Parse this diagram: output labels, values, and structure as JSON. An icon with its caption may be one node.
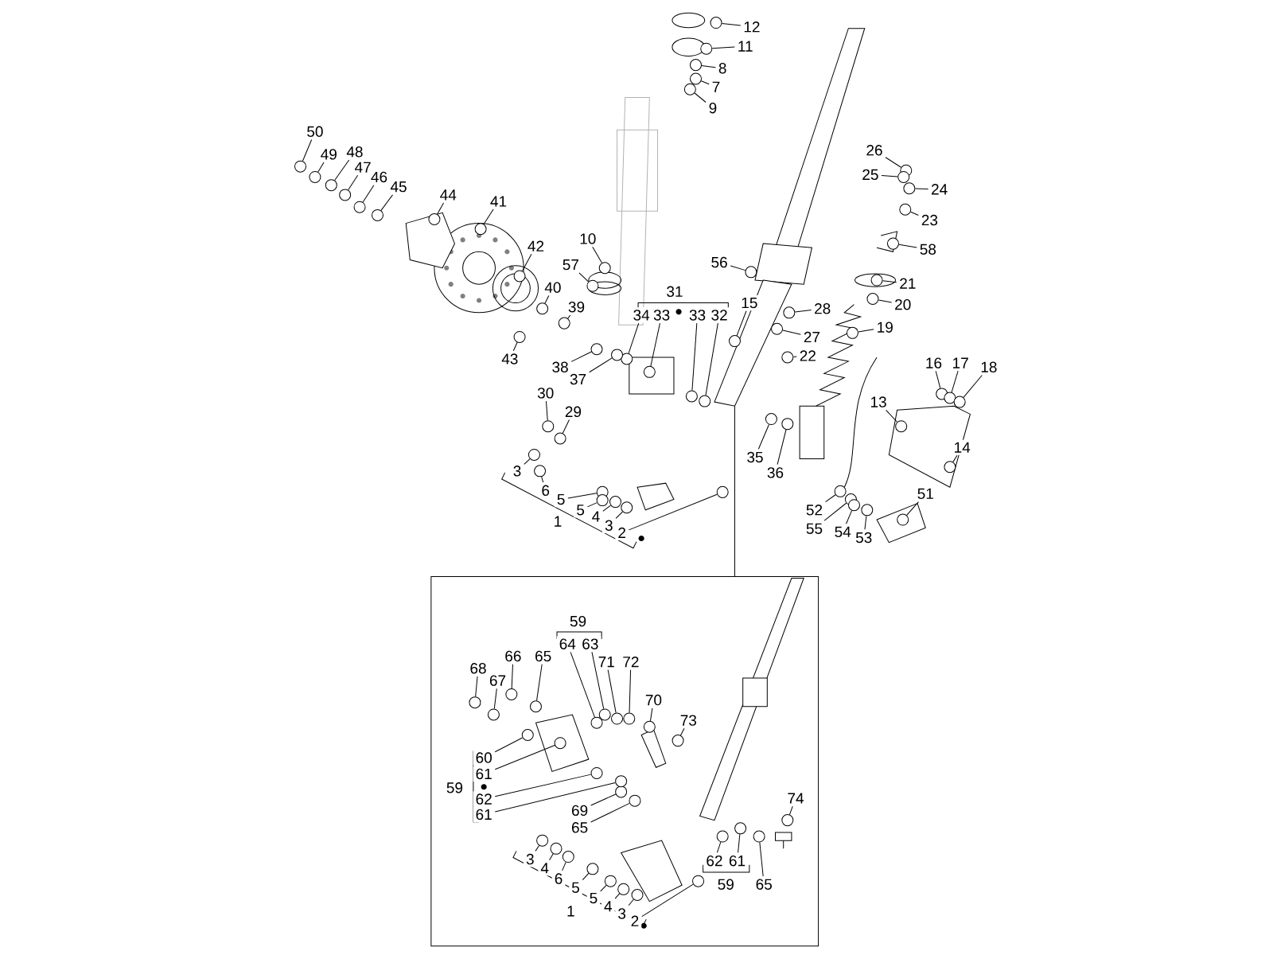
{
  "diagram": {
    "nodes": [
      {
        "text": [
          "12"
        ]
      },
      {
        "text": [
          "11"
        ]
      },
      {
        "text": [
          "8"
        ]
      },
      {
        "text": [
          "7"
        ]
      },
      {
        "text": [
          "9"
        ]
      },
      {
        "text": [
          "50"
        ]
      },
      {
        "text": [
          "49"
        ]
      },
      {
        "text": [
          "48"
        ]
      },
      {
        "text": [
          "47"
        ]
      },
      {
        "text": [
          "46"
        ]
      },
      {
        "text": [
          "45"
        ]
      },
      {
        "text": [
          "44"
        ]
      },
      {
        "text": [
          "41"
        ]
      },
      {
        "text": [
          "26"
        ]
      },
      {
        "text": [
          "25"
        ]
      },
      {
        "text": [
          "24"
        ]
      },
      {
        "text": [
          "23"
        ]
      },
      {
        "text": [
          "58"
        ]
      },
      {
        "text": [
          "10"
        ]
      },
      {
        "text": [
          "42"
        ]
      },
      {
        "text": [
          "57"
        ]
      },
      {
        "text": [
          "56"
        ]
      },
      {
        "text": [
          "21"
        ]
      },
      {
        "text": [
          "40"
        ]
      },
      {
        "text": [
          "31"
        ]
      },
      {
        "text": [
          "20"
        ]
      },
      {
        "text": [
          "34"
        ]
      },
      {
        "text": [
          "33"
        ]
      },
      {
        "text": [
          "33"
        ]
      },
      {
        "text": [
          "32"
        ]
      },
      {
        "text": [
          "15"
        ]
      },
      {
        "text": [
          "28"
        ]
      },
      {
        "text": [
          "39"
        ]
      },
      {
        "text": [
          "19"
        ]
      },
      {
        "text": [
          "27"
        ]
      },
      {
        "text": [
          "43"
        ]
      },
      {
        "text": [
          "22"
        ]
      },
      {
        "text": [
          "16"
        ]
      },
      {
        "text": [
          "17"
        ]
      },
      {
        "text": [
          "18"
        ]
      },
      {
        "text": [
          "38"
        ]
      },
      {
        "text": [
          "37"
        ]
      },
      {
        "text": [
          "30"
        ]
      },
      {
        "text": [
          "13"
        ]
      },
      {
        "text": [
          "29"
        ]
      },
      {
        "text": [
          "14"
        ]
      },
      {
        "text": [
          "35"
        ]
      },
      {
        "text": [
          "3"
        ]
      },
      {
        "text": [
          "36"
        ]
      },
      {
        "text": [
          "6"
        ]
      },
      {
        "text": [
          "51"
        ]
      },
      {
        "text": [
          "5"
        ]
      },
      {
        "text": [
          "5"
        ]
      },
      {
        "text": [
          "52"
        ]
      },
      {
        "text": [
          "4"
        ]
      },
      {
        "text": [
          "1"
        ]
      },
      {
        "text": [
          "3"
        ]
      },
      {
        "text": [
          "55"
        ]
      },
      {
        "text": [
          "54"
        ]
      },
      {
        "text": [
          "2"
        ]
      },
      {
        "text": [
          "53"
        ]
      },
      {
        "text": [
          "59"
        ]
      },
      {
        "text": [
          "64"
        ]
      },
      {
        "text": [
          "63"
        ]
      },
      {
        "text": [
          "66"
        ]
      },
      {
        "text": [
          "65"
        ]
      },
      {
        "text": [
          "71"
        ]
      },
      {
        "text": [
          "72"
        ]
      },
      {
        "text": [
          "68"
        ]
      },
      {
        "text": [
          "67"
        ]
      },
      {
        "text": [
          "70"
        ]
      },
      {
        "text": [
          "73"
        ]
      },
      {
        "text": [
          "60"
        ]
      },
      {
        "text": [
          "61"
        ]
      },
      {
        "text": [
          "59"
        ]
      },
      {
        "text": [
          "62"
        ]
      },
      {
        "text": [
          "74"
        ]
      },
      {
        "text": [
          "69"
        ]
      },
      {
        "text": [
          "61"
        ]
      },
      {
        "text": [
          "65"
        ]
      },
      {
        "text": [
          "3"
        ]
      },
      {
        "text": [
          "62"
        ]
      },
      {
        "text": [
          "61"
        ]
      },
      {
        "text": [
          "4"
        ]
      },
      {
        "text": [
          "6"
        ]
      },
      {
        "text": [
          "59"
        ]
      },
      {
        "text": [
          "65"
        ]
      },
      {
        "text": [
          "5"
        ]
      },
      {
        "text": [
          "5"
        ]
      },
      {
        "text": [
          "4"
        ]
      },
      {
        "text": [
          "1"
        ]
      },
      {
        "text": [
          "3"
        ]
      },
      {
        "text": [
          "2"
        ]
      },
      {
        "text": [],
        "shape": "circle"
      },
      {
        "text": [],
        "shape": "circle"
      },
      {
        "text": [],
        "shape": "circle"
      },
      {
        "text": [],
        "shape": "circle"
      },
      {
        "text": [],
        "shape": "circle"
      },
      {
        "text": [],
        "shape": "circle"
      },
      {
        "text": [],
        "shape": "circle"
      },
      {
        "text": [],
        "shape": "circle"
      },
      {
        "text": [],
        "shape": "circle"
      },
      {
        "text": [],
        "shape": "circle"
      },
      {
        "text": [],
        "shape": "circle"
      },
      {
        "text": [],
        "shape": "circle"
      },
      {
        "text": [],
        "shape": "circle"
      },
      {
        "text": [],
        "shape": "circle"
      },
      {
        "text": [],
        "shape": "circle"
      },
      {
        "text": [],
        "shape": "circle"
      },
      {
        "text": [],
        "shape": "circle"
      },
      {
        "text": [],
        "shape": "circle"
      },
      {
        "text": [],
        "shape": "circle"
      },
      {
        "text": [],
        "shape": "circle"
      },
      {
        "text": [],
        "shape": "circle"
      },
      {
        "text": [],
        "shape": "circle"
      },
      {
        "text": [],
        "shape": "circle"
      },
      {
        "text": [],
        "shape": "circle"
      },
      {
        "text": [],
        "shape": "circle"
      },
      {
        "text": [],
        "shape": "circle"
      },
      {
        "text": [],
        "shape": "circle"
      },
      {
        "text": [],
        "shape": "circle"
      },
      {
        "text": [],
        "shape": "circle"
      },
      {
        "text": [],
        "shape": "circle"
      },
      {
        "text": [],
        "shape": "circle"
      },
      {
        "text": [],
        "shape": "circle"
      },
      {
        "text": [],
        "shape": "circle"
      },
      {
        "text": [],
        "shape": "circle"
      },
      {
        "text": [],
        "shape": "circle"
      },
      {
        "text": [],
        "shape": "circle"
      },
      {
        "text": [],
        "shape": "circle"
      },
      {
        "text": [],
        "shape": "circle"
      },
      {
        "text": [],
        "shape": "circle"
      },
      {
        "text": [],
        "shape": "circle"
      },
      {
        "text": [],
        "shape": "circle"
      },
      {
        "text": [],
        "shape": "circle"
      },
      {
        "text": [],
        "shape": "circle"
      },
      {
        "text": [],
        "shape": "circle"
      },
      {
        "text": [],
        "shape": "circle"
      },
      {
        "text": [],
        "shape": "circle"
      },
      {
        "text": [],
        "shape": "circle"
      },
      {
        "text": [],
        "shape": "circle"
      },
      {
        "text": [],
        "shape": "circle"
      },
      {
        "text": [],
        "shape": "circle"
      },
      {
        "text": [],
        "shape": "circle"
      },
      {
        "text": [],
        "shape": "circle"
      },
      {
        "text": [],
        "shape": "circle"
      },
      {
        "text": [],
        "shape": "circle"
      },
      {
        "text": [],
        "shape": "circle"
      },
      {
        "text": [],
        "shape": "circle"
      },
      {
        "text": [],
        "shape": "circle"
      },
      {
        "text": [],
        "shape": "circle"
      },
      {
        "text": [],
        "shape": "circle"
      },
      {
        "text": [],
        "shape": "circle"
      },
      {
        "text": [],
        "shape": "circle"
      },
      {
        "text": [],
        "shape": "circle"
      },
      {
        "text": [],
        "shape": "circle"
      },
      {
        "text": [],
        "shape": "circle"
      },
      {
        "text": [],
        "shape": "circle"
      },
      {
        "text": [],
        "shape": "circle"
      },
      {
        "text": [],
        "shape": "circle"
      },
      {
        "text": [],
        "shape": "circle"
      },
      {
        "text": [],
        "shape": "circle"
      },
      {
        "text": [],
        "shape": "circle"
      },
      {
        "text": [],
        "shape": "circle"
      },
      {
        "text": [],
        "shape": "circle"
      },
      {
        "text": [],
        "shape": "circle"
      },
      {
        "text": [],
        "shape": "circle"
      },
      {
        "text": [],
        "shape": "circle"
      },
      {
        "text": [],
        "shape": "circle"
      },
      {
        "text": [],
        "shape": "circle"
      },
      {
        "text": [],
        "shape": "circle"
      },
      {
        "text": [],
        "shape": "circle"
      },
      {
        "text": [],
        "shape": "circle"
      },
      {
        "text": [],
        "shape": "circle"
      },
      {
        "text": [],
        "shape": "circle"
      },
      {
        "text": [],
        "shape": "circle"
      },
      {
        "text": [],
        "shape": "circle"
      },
      {
        "text": [],
        "shape": "circle"
      },
      {
        "text": [],
        "shape": "circle"
      },
      {
        "text": [],
        "shape": "circle"
      }
    ],
    "edges": [
      {
        "from": 0,
        "to": 93,
        "arrow": "none"
      },
      {
        "from": 1,
        "to": 94,
        "arrow": "none"
      },
      {
        "from": 2,
        "to": 95,
        "arrow": "none"
      },
      {
        "from": 3,
        "to": 96,
        "arrow": "none"
      },
      {
        "from": 4,
        "to": 97,
        "arrow": "none"
      },
      {
        "from": 5,
        "to": 98,
        "arrow": "none"
      },
      {
        "from": 6,
        "to": 99,
        "arrow": "none"
      },
      {
        "from": 7,
        "to": 100,
        "arrow": "none"
      },
      {
        "from": 8,
        "to": 101,
        "arrow": "none"
      },
      {
        "from": 9,
        "to": 102,
        "arrow": "none"
      },
      {
        "from": 10,
        "to": 103,
        "arrow": "none"
      },
      {
        "from": 11,
        "to": 104,
        "arrow": "none"
      },
      {
        "from": 12,
        "to": 105,
        "arrow": "none"
      },
      {
        "from": 13,
        "to": 106,
        "arrow": "none"
      },
      {
        "from": 14,
        "to": 107,
        "arrow": "none"
      },
      {
        "from": 15,
        "to": 108,
        "arrow": "none"
      },
      {
        "from": 16,
        "to": 109,
        "arrow": "none"
      },
      {
        "from": 17,
        "to": 110,
        "arrow": "none"
      },
      {
        "from": 18,
        "to": 111,
        "arrow": "none"
      },
      {
        "from": 19,
        "to": 112,
        "arrow": "none"
      },
      {
        "from": 20,
        "to": 113,
        "arrow": "none"
      },
      {
        "from": 21,
        "to": 114,
        "arrow": "none"
      },
      {
        "from": 22,
        "to": 115,
        "arrow": "none"
      },
      {
        "from": 23,
        "to": 116,
        "arrow": "none"
      },
      {
        "from": 25,
        "to": 117,
        "arrow": "none"
      },
      {
        "from": 26,
        "to": 118,
        "arrow": "none"
      },
      {
        "from": 27,
        "to": 119,
        "arrow": "none"
      },
      {
        "from": 28,
        "to": 120,
        "arrow": "none"
      },
      {
        "from": 29,
        "to": 121,
        "arrow": "none"
      },
      {
        "from": 30,
        "to": 122,
        "arrow": "none"
      },
      {
        "from": 31,
        "to": 123,
        "arrow": "none"
      },
      {
        "from": 32,
        "to": 124,
        "arrow": "none"
      },
      {
        "from": 33,
        "to": 125,
        "arrow": "none"
      },
      {
        "from": 34,
        "to": 126,
        "arrow": "none"
      },
      {
        "from": 35,
        "to": 127,
        "arrow": "none"
      },
      {
        "from": 36,
        "to": 128,
        "arrow": "none"
      },
      {
        "from": 37,
        "to": 129,
        "arrow": "none"
      },
      {
        "from": 38,
        "to": 130,
        "arrow": "none"
      },
      {
        "from": 39,
        "to": 131,
        "arrow": "none"
      },
      {
        "from": 40,
        "to": 132,
        "arrow": "none"
      },
      {
        "from": 41,
        "to": 133,
        "arrow": "none"
      },
      {
        "from": 42,
        "to": 134,
        "arrow": "none"
      },
      {
        "from": 43,
        "to": 135,
        "arrow": "none"
      },
      {
        "from": 44,
        "to": 136,
        "arrow": "none"
      },
      {
        "from": 45,
        "to": 137,
        "arrow": "none"
      },
      {
        "from": 46,
        "to": 138,
        "arrow": "none"
      },
      {
        "from": 47,
        "to": 139,
        "arrow": "none"
      },
      {
        "from": 48,
        "to": 140,
        "arrow": "none"
      },
      {
        "from": 49,
        "to": 141,
        "arrow": "none"
      },
      {
        "from": 50,
        "to": 142,
        "arrow": "none"
      },
      {
        "from": 51,
        "to": 143,
        "arrow": "none"
      },
      {
        "from": 52,
        "to": 144,
        "arrow": "none"
      },
      {
        "from": 53,
        "to": 145,
        "arrow": "none"
      },
      {
        "from": 54,
        "to": 146,
        "arrow": "none"
      },
      {
        "from": 56,
        "to": 147,
        "arrow": "none"
      },
      {
        "from": 57,
        "to": 148,
        "arrow": "none"
      },
      {
        "from": 58,
        "to": 149,
        "arrow": "none"
      },
      {
        "from": 59,
        "to": 150,
        "arrow": "none"
      },
      {
        "from": 60,
        "to": 151,
        "arrow": "none"
      },
      {
        "from": 62,
        "to": 152,
        "arrow": "none"
      },
      {
        "from": 63,
        "to": 153,
        "arrow": "none"
      },
      {
        "from": 64,
        "to": 154,
        "arrow": "none"
      },
      {
        "from": 65,
        "to": 155,
        "arrow": "none"
      },
      {
        "from": 66,
        "to": 156,
        "arrow": "none"
      },
      {
        "from": 67,
        "to": 157,
        "arrow": "none"
      },
      {
        "from": 68,
        "to": 158,
        "arrow": "none"
      },
      {
        "from": 69,
        "to": 159,
        "arrow": "none"
      },
      {
        "from": 70,
        "to": 160,
        "arrow": "none"
      },
      {
        "from": 71,
        "to": 161,
        "arrow": "none"
      },
      {
        "from": 72,
        "to": 162,
        "arrow": "none"
      },
      {
        "from": 73,
        "to": 163,
        "arrow": "none"
      },
      {
        "from": 75,
        "to": 164,
        "arrow": "none"
      },
      {
        "from": 76,
        "to": 165,
        "arrow": "none"
      },
      {
        "from": 77,
        "to": 166,
        "arrow": "none"
      },
      {
        "from": 78,
        "to": 167,
        "arrow": "none"
      },
      {
        "from": 79,
        "to": 168,
        "arrow": "none"
      },
      {
        "from": 80,
        "to": 169,
        "arrow": "none"
      },
      {
        "from": 81,
        "to": 170,
        "arrow": "none"
      },
      {
        "from": 82,
        "to": 171,
        "arrow": "none"
      },
      {
        "from": 83,
        "to": 172,
        "arrow": "none"
      },
      {
        "from": 84,
        "to": 173,
        "arrow": "none"
      },
      {
        "from": 86,
        "to": 174,
        "arrow": "none"
      },
      {
        "from": 87,
        "to": 175,
        "arrow": "none"
      },
      {
        "from": 88,
        "to": 176,
        "arrow": "none"
      },
      {
        "from": 89,
        "to": 177,
        "arrow": "none"
      },
      {
        "from": 91,
        "to": 178,
        "arrow": "none"
      },
      {
        "from": 92,
        "to": 179,
        "arrow": "none"
      }
    ]
  }
}
